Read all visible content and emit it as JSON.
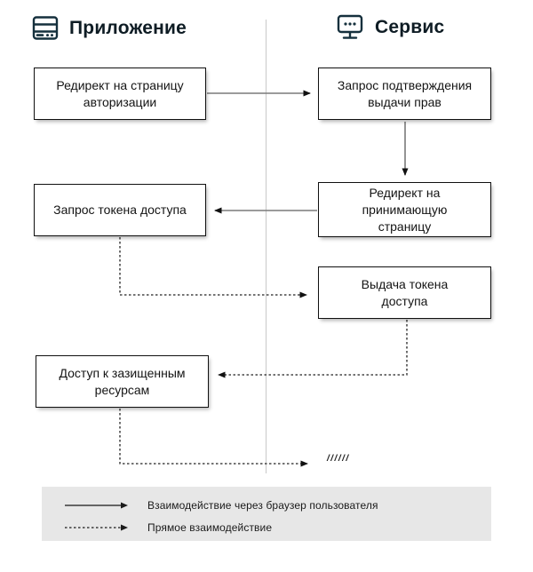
{
  "diagram": {
    "app_column": {
      "title": "Приложение",
      "icon": "server-icon"
    },
    "service_column": {
      "title": "Сервис",
      "icon": "monitor-icon"
    },
    "nodes": [
      {
        "id": "redirect-auth",
        "column": "app",
        "label": "Редирект на страницу\nавторизации"
      },
      {
        "id": "confirm-request",
        "column": "service",
        "label": "Запрос подтверждения\nвыдачи прав"
      },
      {
        "id": "redirect-landing",
        "column": "service",
        "label": "Редирект на\nпринимающую\nстраницу"
      },
      {
        "id": "token-request",
        "column": "app",
        "label": "Запрос токена доступа"
      },
      {
        "id": "token-issue",
        "column": "service",
        "label": "Выдача токена\nдоступа"
      },
      {
        "id": "resource-access",
        "column": "app",
        "label": "Доступ к зазищенным\nресурсам"
      }
    ],
    "edges": [
      {
        "from": "redirect-auth",
        "to": "confirm-request",
        "type": "browser"
      },
      {
        "from": "confirm-request",
        "to": "redirect-landing",
        "type": "browser"
      },
      {
        "from": "redirect-landing",
        "to": "token-request",
        "type": "browser"
      },
      {
        "from": "token-request",
        "to": "token-issue",
        "type": "direct"
      },
      {
        "from": "token-issue",
        "to": "resource-access",
        "type": "direct"
      },
      {
        "from": "resource-access",
        "to": "continuation",
        "type": "direct"
      }
    ],
    "continuation_marks": "//////",
    "colors": {
      "icon": "#15303d",
      "box_border": "#101010",
      "solid_arrow_line": "#7a7a7a",
      "arrowhead": "#111111",
      "dotted_arrow": "#222222",
      "divider": "#c9c9c9",
      "legend_bg": "#e7e7e7",
      "text": "#141414"
    }
  },
  "legend": {
    "items": [
      {
        "style": "solid",
        "label": "Взаимодействие через браузер пользователя"
      },
      {
        "style": "dotted",
        "label": "Прямое взаимодействие"
      }
    ]
  }
}
